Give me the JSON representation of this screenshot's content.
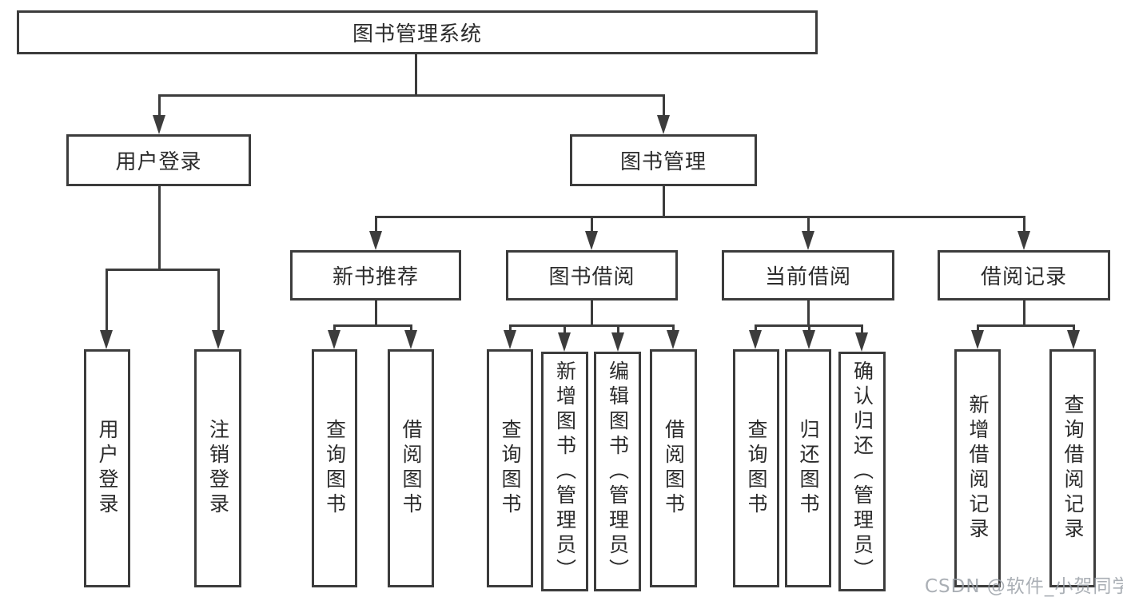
{
  "diagram_title": "图书管理系统",
  "nodes": {
    "root": "图书管理系统",
    "user_login": "用户登录",
    "book_mgmt": "图书管理",
    "new_book_rec": "新书推荐",
    "book_borrow": "图书借阅",
    "current_borrow": "当前借阅",
    "borrow_record": "借阅记录",
    "leaf_user_login": "用户登录",
    "leaf_logout": "注销登录",
    "nbr_query": "查询图书",
    "nbr_borrow": "借阅图书",
    "bb_query": "查询图书",
    "bb_add": "新增图书（管理员）",
    "bb_edit": "编辑图书（管理员）",
    "bb_borrow": "借阅图书",
    "cb_query": "查询图书",
    "cb_return": "归还图书",
    "cb_confirm": "确认归还（管理员）",
    "br_add": "新增借阅记录",
    "br_query": "查询借阅记录"
  },
  "edges": [
    [
      "图书管理系统",
      "用户登录"
    ],
    [
      "图书管理系统",
      "图书管理"
    ],
    [
      "用户登录",
      "用户登录"
    ],
    [
      "用户登录",
      "注销登录"
    ],
    [
      "图书管理",
      "新书推荐"
    ],
    [
      "图书管理",
      "图书借阅"
    ],
    [
      "图书管理",
      "当前借阅"
    ],
    [
      "图书管理",
      "借阅记录"
    ],
    [
      "新书推荐",
      "查询图书"
    ],
    [
      "新书推荐",
      "借阅图书"
    ],
    [
      "图书借阅",
      "查询图书"
    ],
    [
      "图书借阅",
      "新增图书（管理员）"
    ],
    [
      "图书借阅",
      "编辑图书（管理员）"
    ],
    [
      "图书借阅",
      "借阅图书"
    ],
    [
      "当前借阅",
      "查询图书"
    ],
    [
      "当前借阅",
      "归还图书"
    ],
    [
      "当前借阅",
      "确认归还（管理员）"
    ],
    [
      "借阅记录",
      "新增借阅记录"
    ],
    [
      "借阅记录",
      "查询借阅记录"
    ]
  ],
  "watermark": "CSDN @软件_小贺同学",
  "colors": {
    "line": "#3c3c3c",
    "text": "#2b2b2b",
    "background": "#ffffff",
    "watermark": "#979da5"
  }
}
